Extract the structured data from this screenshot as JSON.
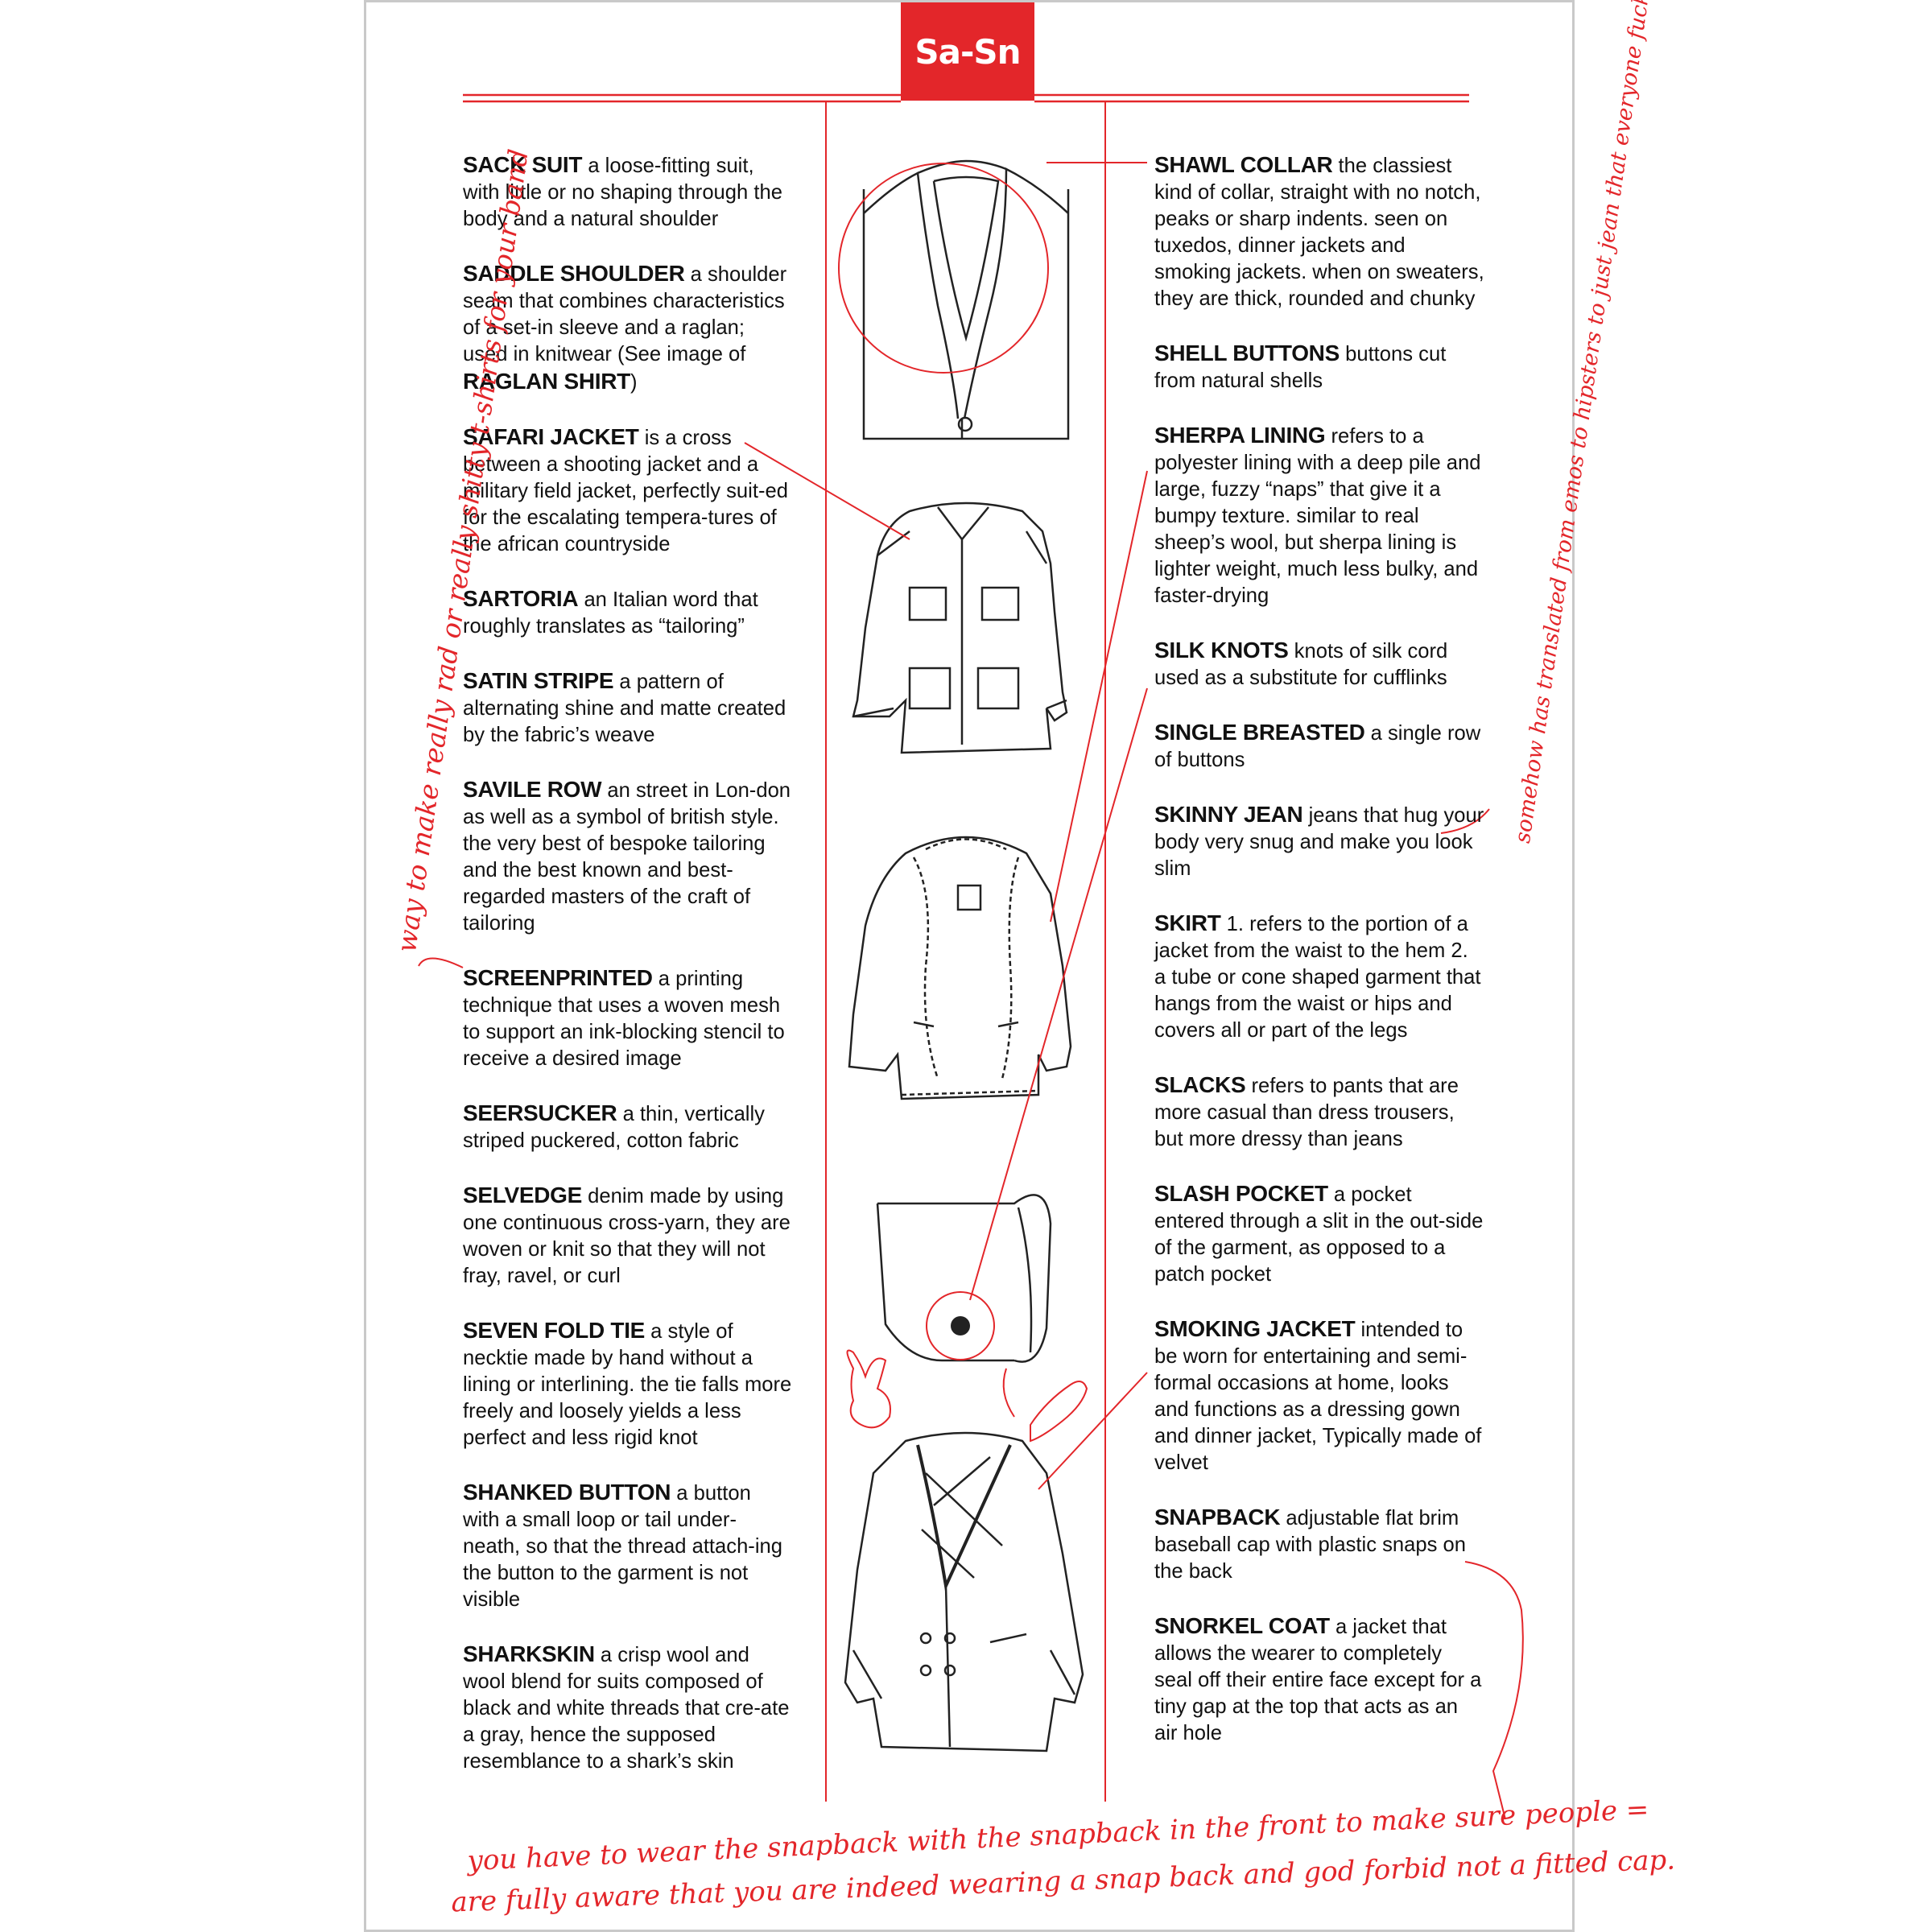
{
  "header": {
    "tab_label": "Sa-Sn"
  },
  "left_entries": [
    {
      "term": "SACK SUIT",
      "def": " a loose-fitting suit, with little or no shaping through the body and a natural shoulder"
    },
    {
      "term": "SADDLE SHOULDER",
      "def": " a shoulder seam that combines characteristics of a set-in sleeve and a raglan; used in knitwear (See image of ",
      "ref": "RAGLAN SHIRT",
      "tail": ")"
    },
    {
      "term": "SAFARI JACKET",
      "def": " is a cross between a shooting jacket and a military field jacket, perfectly suit-ed for the escalating tempera-tures of the african countryside"
    },
    {
      "term": "SARTORIA",
      "def": " an Italian word that roughly translates as “tailoring”"
    },
    {
      "term": "SATIN STRIPE",
      "def": " a pattern of alternating shine and matte created by the fabric’s weave"
    },
    {
      "term": "SAVILE ROW",
      "def": " an street in Lon-don as well as a symbol of british style. the very best of bespoke tailoring and the best known and best-regarded masters of the craft of tailoring"
    },
    {
      "term": "SCREENPRINTED",
      "def": " a printing technique that uses a woven mesh to support an ink-blocking stencil to receive a desired image"
    },
    {
      "term": "SEERSUCKER",
      "def": " a thin, vertically striped puckered, cotton fabric"
    },
    {
      "term": "SELVEDGE",
      "def": " denim made by using one continuous cross-yarn, they are woven or knit so that they will not fray, ravel, or curl"
    },
    {
      "term": "SEVEN FOLD TIE",
      "def": " a style of necktie made by hand without a lining or interlining. the tie falls more freely and loosely yields a less perfect and less rigid knot"
    },
    {
      "term": "SHANKED BUTTON",
      "def": " a button with a small loop or tail under-neath, so that the thread attach-ing the button to the garment is not visible"
    },
    {
      "term": "SHARKSKIN",
      "def": " a crisp wool and wool blend for suits composed of black and white threads that cre-ate a gray, hence the supposed resemblance to a shark’s skin"
    }
  ],
  "right_entries": [
    {
      "term": "SHAWL COLLAR",
      "def": " the classiest kind of collar, straight with no notch, peaks or sharp indents. seen on tuxedos, dinner  jackets and smoking jackets. when on sweaters, they are thick, rounded and chunky"
    },
    {
      "term": "SHELL BUTTONS",
      "def": " buttons cut from natural shells"
    },
    {
      "term": "SHERPA LINING",
      "def": " refers to a polyester lining with a deep pile and large, fuzzy “naps” that give it a bumpy texture. similar to real sheep’s wool, but sherpa lining is lighter weight, much less bulky, and faster-drying"
    },
    {
      "term": "SILK KNOTS",
      "def": " knots of silk cord used as a substitute for cufflinks"
    },
    {
      "term": "SINGLE BREASTED",
      "def": " a single row of buttons"
    },
    {
      "term": "SKINNY JEAN",
      "def": " jeans that hug your body very snug and make you look slim"
    },
    {
      "term": "SKIRT",
      "def": " 1. refers to the portion of a jacket from the waist to the hem 2. a tube or cone shaped garment that hangs from the waist or hips and covers all or part of the legs"
    },
    {
      "term": "SLACKS",
      "def": " refers to pants that are more casual than dress trousers, but more dressy than jeans"
    },
    {
      "term": "SLASH POCKET",
      "def": " a pocket entered through a slit in the out-side of the garment, as opposed to a patch pocket"
    },
    {
      "term": "SMOKING JACKET",
      "def": " intended to be worn for entertaining and semi-formal occasions at home, looks and functions as a dressing gown and dinner jacket, Typically made of velvet"
    },
    {
      "term": "SNAPBACK",
      "def": " adjustable flat brim baseball cap with plastic snaps on the back"
    },
    {
      "term": "SNORKEL COAT",
      "def": " a jacket that allows the wearer to completely seal off their entire face except for a tiny gap at the top that acts as an air hole"
    }
  ],
  "handwritten": {
    "left_margin": "way to make really rad or really shitty t-shirts for your band",
    "right_margin": "somehow has translated from emos to hipsters to just jean that everyone fucking wears",
    "bottom_line1": "you have to wear the snapback with the snapback in the front to make sure people =",
    "bottom_line2": "are fully aware that you are indeed wearing a snap back and god forbid not a fitted cap."
  },
  "colors": {
    "accent": "#e3262a",
    "text": "#111111",
    "border": "#c9c9c9"
  },
  "icons": [
    "shawl-collar-illustration",
    "safari-jacket-illustration",
    "sherpa-jacket-illustration",
    "silk-knot-cuff-illustration",
    "smoking-jacket-illustration",
    "playboy-bunny-doodle",
    "cigar-doodle"
  ]
}
